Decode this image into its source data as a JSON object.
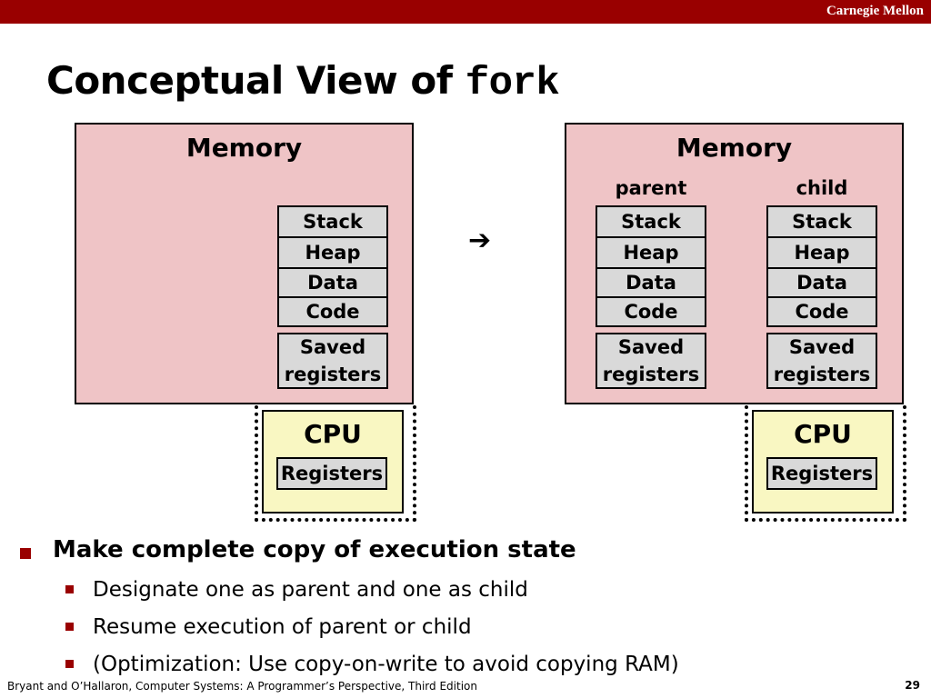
{
  "header": {
    "brand": "Carnegie Mellon"
  },
  "title": {
    "text": "Conceptual View of ",
    "code": "fork"
  },
  "left": {
    "memory_label": "Memory",
    "segments": [
      "Stack",
      "Heap",
      "Data",
      "Code"
    ],
    "saved_line1": "Saved",
    "saved_line2": "registers",
    "cpu_label": "CPU",
    "registers_label": "Registers"
  },
  "arrow": "➔",
  "right": {
    "memory_label": "Memory",
    "parent_label": "parent",
    "child_label": "child",
    "parent_segments": [
      "Stack",
      "Heap",
      "Data",
      "Code"
    ],
    "child_segments": [
      "Stack",
      "Heap",
      "Data",
      "Code"
    ],
    "saved_line1": "Saved",
    "saved_line2": "registers",
    "cpu_label": "CPU",
    "registers_label": "Registers"
  },
  "bullets": {
    "main": "Make complete copy of execution state",
    "sub": [
      "Designate one as parent and one as child",
      "Resume execution of parent or child",
      "(Optimization: Use copy-on-write to avoid copying RAM)"
    ]
  },
  "footer": {
    "citation": "Bryant and O’Hallaron, Computer Systems: A Programmer’s Perspective, Third Edition",
    "page": "29"
  }
}
